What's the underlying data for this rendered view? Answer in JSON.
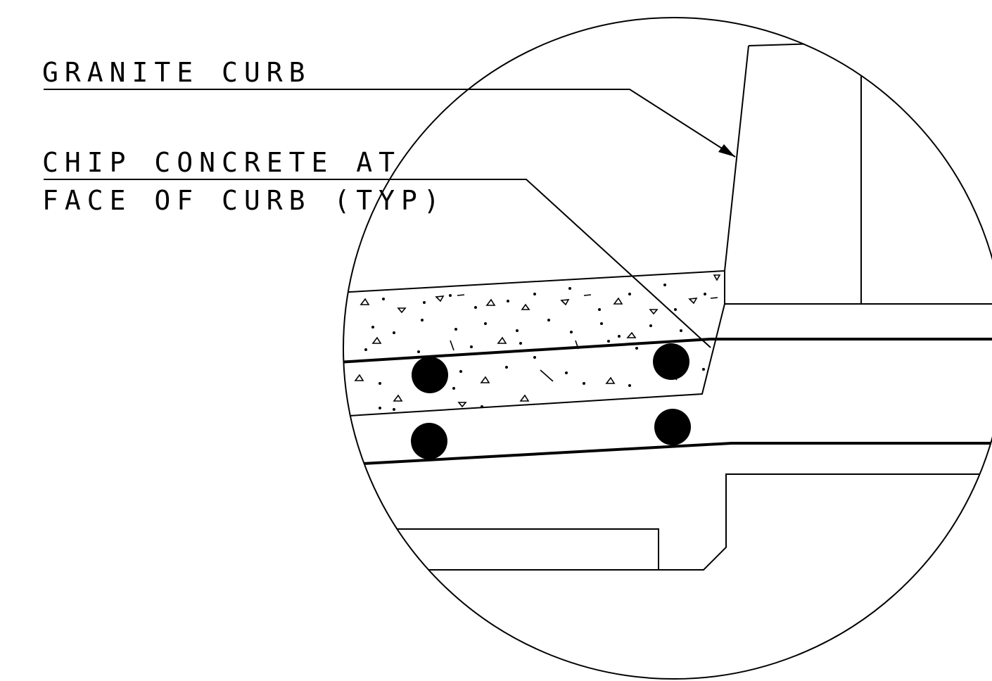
{
  "callouts": {
    "granite_curb": "GRANITE CURB",
    "chip_concrete_line1": "CHIP CONCRETE AT",
    "chip_concrete_line2": "FACE OF CURB (TYP)"
  },
  "colors": {
    "ink": "#000000",
    "background": "#ffffff"
  }
}
